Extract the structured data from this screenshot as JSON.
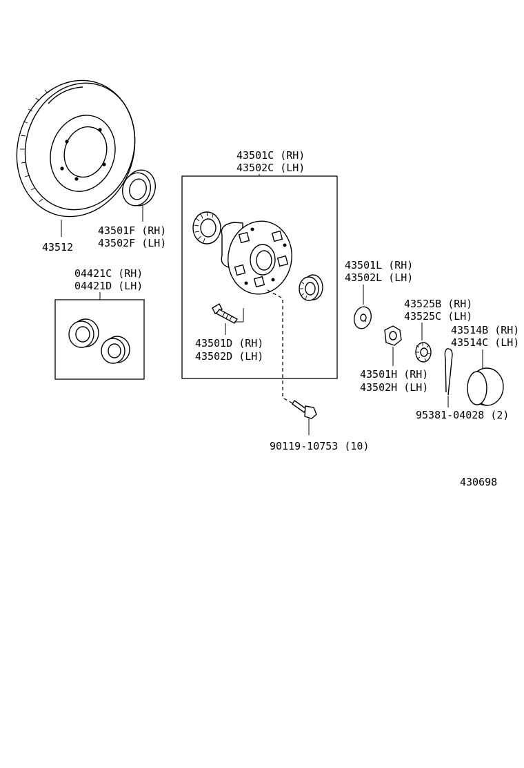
{
  "diagram_id": "430698",
  "parts": {
    "rotor": {
      "number": "43512"
    },
    "oil_seal": {
      "rh": "43501F (RH)",
      "lh": "43502F (LH)"
    },
    "bearing_kit": {
      "rh": "04421C (RH)",
      "lh": "04421D (LH)"
    },
    "hub_assy": {
      "rh": "43501C (RH)",
      "lh": "43502C (LH)"
    },
    "hub_bolt": {
      "rh": "43501D (RH)",
      "lh": "43502D (LH)"
    },
    "bolt": {
      "number": "90119-10753 (10)"
    },
    "washer": {
      "rh": "43501L (RH)",
      "lh": "43502L (LH)"
    },
    "nut": {
      "rh": "43501H (RH)",
      "lh": "43502H (LH)"
    },
    "nut_lock": {
      "rh": "43525B (RH)",
      "lh": "43525C (LH)"
    },
    "grease_cap": {
      "rh": "43514B (RH)",
      "lh": "43514C (LH)"
    },
    "cotter_pin": {
      "number": "95381-04028 (2)"
    }
  }
}
